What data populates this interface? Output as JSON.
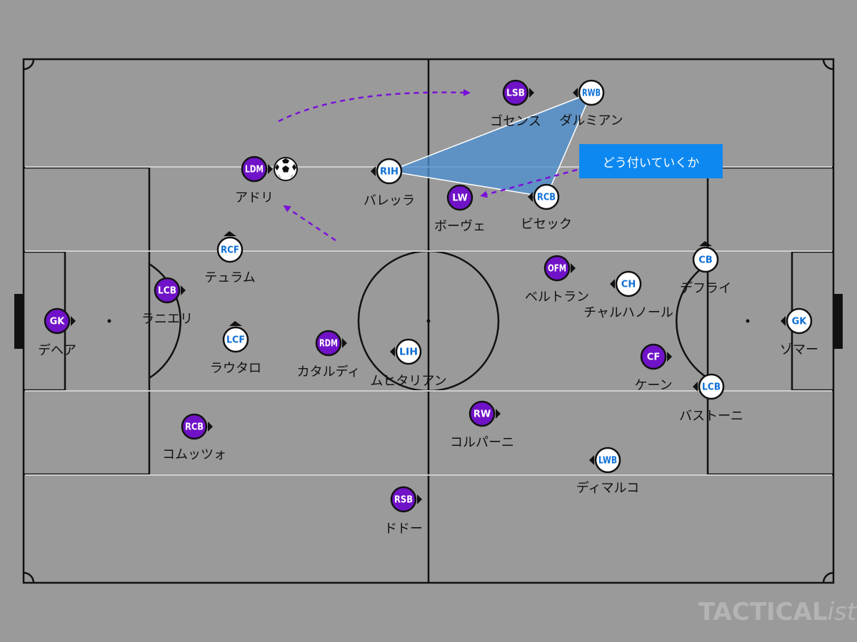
{
  "annotation": {
    "text": "どう付いていくか"
  },
  "watermark": {
    "brand_bold": "TACTICAL",
    "brand_italic": "ista"
  },
  "colors": {
    "team_purple": "#7012c8",
    "team_white": "#ffffff",
    "white_team_text": "#0d6fd6",
    "arrow": "#7a10d8",
    "highlight": "#4e8fd0",
    "pitch": "#9a9a9a",
    "annotation_bg": "#0d88f0"
  },
  "ball": {
    "icon": "soccer-ball-icon"
  },
  "players": [
    {
      "id": "p-gk-purple",
      "team": "purple",
      "pos": "GK",
      "name": "デヘア",
      "facing": "right"
    },
    {
      "id": "p-lcb-purple",
      "team": "purple",
      "pos": "LCB",
      "name": "ラニエリ",
      "facing": "right"
    },
    {
      "id": "p-rcb-purple",
      "team": "purple",
      "pos": "RCB",
      "name": "コムッツォ",
      "facing": "right"
    },
    {
      "id": "p-ldm-purple",
      "team": "purple",
      "pos": "LDM",
      "name": "アドリ",
      "facing": "right"
    },
    {
      "id": "p-rdm-purple",
      "team": "purple",
      "pos": "RDM",
      "name": "カタルディ",
      "facing": "right"
    },
    {
      "id": "p-lsb-purple",
      "team": "purple",
      "pos": "LSB",
      "name": "ゴセンス",
      "facing": "right"
    },
    {
      "id": "p-rsb-purple",
      "team": "purple",
      "pos": "RSB",
      "name": "ドドー",
      "facing": "right"
    },
    {
      "id": "p-lw-purple",
      "team": "purple",
      "pos": "LW",
      "name": "ボーヴェ",
      "facing": "none"
    },
    {
      "id": "p-ofm-purple",
      "team": "purple",
      "pos": "OFM",
      "name": "ベルトラン",
      "facing": "right"
    },
    {
      "id": "p-rw-purple",
      "team": "purple",
      "pos": "RW",
      "name": "コルパーニ",
      "facing": "right"
    },
    {
      "id": "p-cf-purple",
      "team": "purple",
      "pos": "CF",
      "name": "ケーン",
      "facing": "right"
    },
    {
      "id": "p-gk-white",
      "team": "white",
      "pos": "GK",
      "name": "ゾマー",
      "facing": "left"
    },
    {
      "id": "p-cb-white",
      "team": "white",
      "pos": "CB",
      "name": "デフライ",
      "facing": "up"
    },
    {
      "id": "p-lcb-white",
      "team": "white",
      "pos": "LCB",
      "name": "バストーニ",
      "facing": "left"
    },
    {
      "id": "p-rwb-white",
      "team": "white",
      "pos": "RWB",
      "name": "ダルミアン",
      "facing": "left"
    },
    {
      "id": "p-rcb-white",
      "team": "white",
      "pos": "RCB",
      "name": "ビセック",
      "facing": "left"
    },
    {
      "id": "p-lwb-white",
      "team": "white",
      "pos": "LWB",
      "name": "ディマルコ",
      "facing": "left"
    },
    {
      "id": "p-rih-white",
      "team": "white",
      "pos": "RIH",
      "name": "バレッラ",
      "facing": "left"
    },
    {
      "id": "p-lih-white",
      "team": "white",
      "pos": "LIH",
      "name": "ムヒタリアン",
      "facing": "left"
    },
    {
      "id": "p-ch-white",
      "team": "white",
      "pos": "CH",
      "name": "チャルハノール",
      "facing": "left"
    },
    {
      "id": "p-rcf-white",
      "team": "white",
      "pos": "RCF",
      "name": "テュラム",
      "facing": "up"
    },
    {
      "id": "p-lcf-white",
      "team": "white",
      "pos": "LCF",
      "name": "ラウタロ",
      "facing": "up"
    }
  ]
}
